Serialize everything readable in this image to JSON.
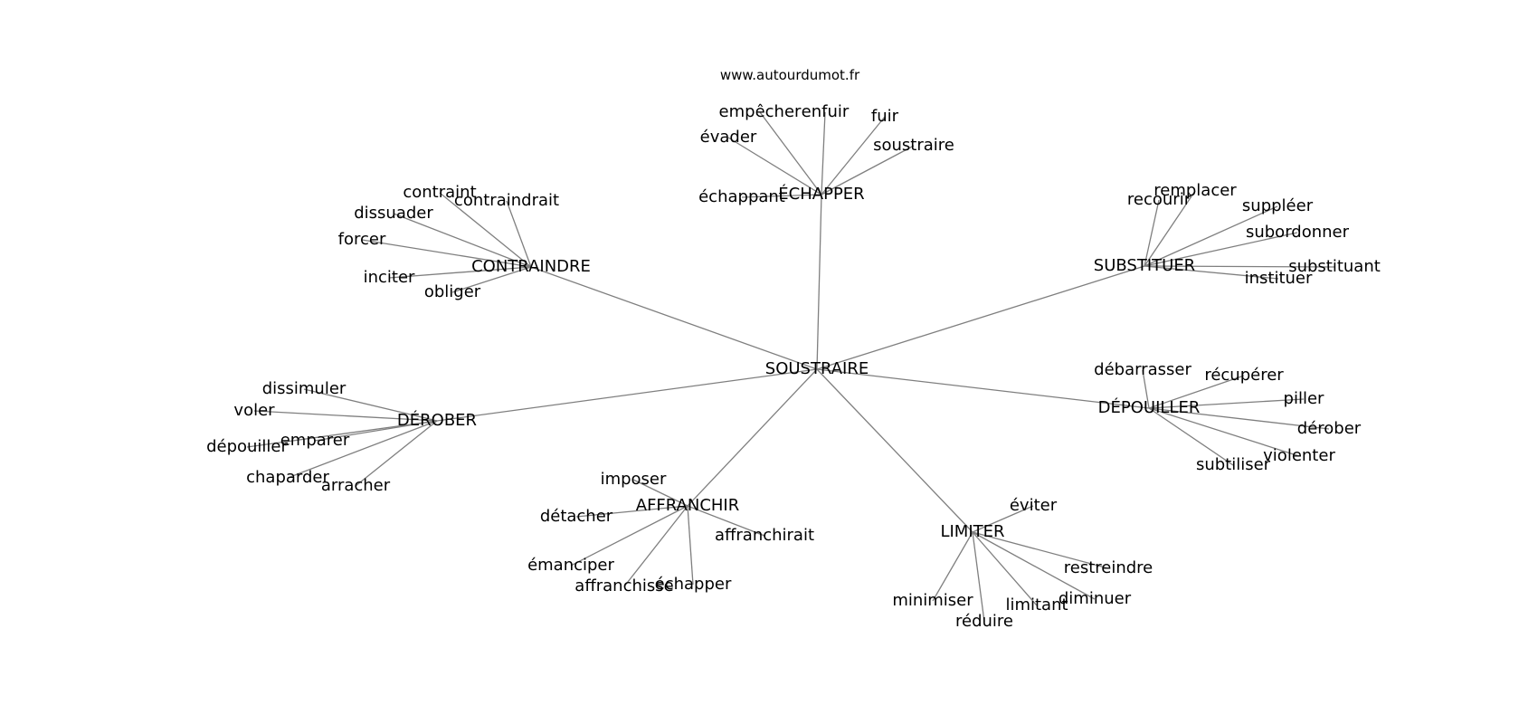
{
  "site_url": "www.autourdumot.fr",
  "center": "SOUSTRAIRE",
  "clusters": [
    {
      "label": "ÉCHAPPER",
      "words": [
        "empêcher",
        "enfuir",
        "fuir",
        "évader",
        "soustraire",
        "échappant"
      ]
    },
    {
      "label": "CONTRAINDRE",
      "words": [
        "contraint",
        "contraindrait",
        "dissuader",
        "forcer",
        "inciter",
        "obliger"
      ]
    },
    {
      "label": "SUBSTITUER",
      "words": [
        "remplacer",
        "recourir",
        "suppléer",
        "subordonner",
        "substituant",
        "instituer"
      ]
    },
    {
      "label": "DÉROBER",
      "words": [
        "dissimuler",
        "voler",
        "emparer",
        "dépouiller",
        "chaparder",
        "arracher"
      ]
    },
    {
      "label": "DÉPOUILLER",
      "words": [
        "débarrasser",
        "récupérer",
        "piller",
        "dérober",
        "violenter",
        "subtiliser"
      ]
    },
    {
      "label": "AFFRANCHIR",
      "words": [
        "imposer",
        "détacher",
        "affranchirait",
        "émanciper",
        "échapper",
        "affranchisse"
      ]
    },
    {
      "label": "LIMITER",
      "words": [
        "éviter",
        "restreindre",
        "diminuer",
        "minimiser",
        "limitant",
        "réduire"
      ]
    }
  ]
}
